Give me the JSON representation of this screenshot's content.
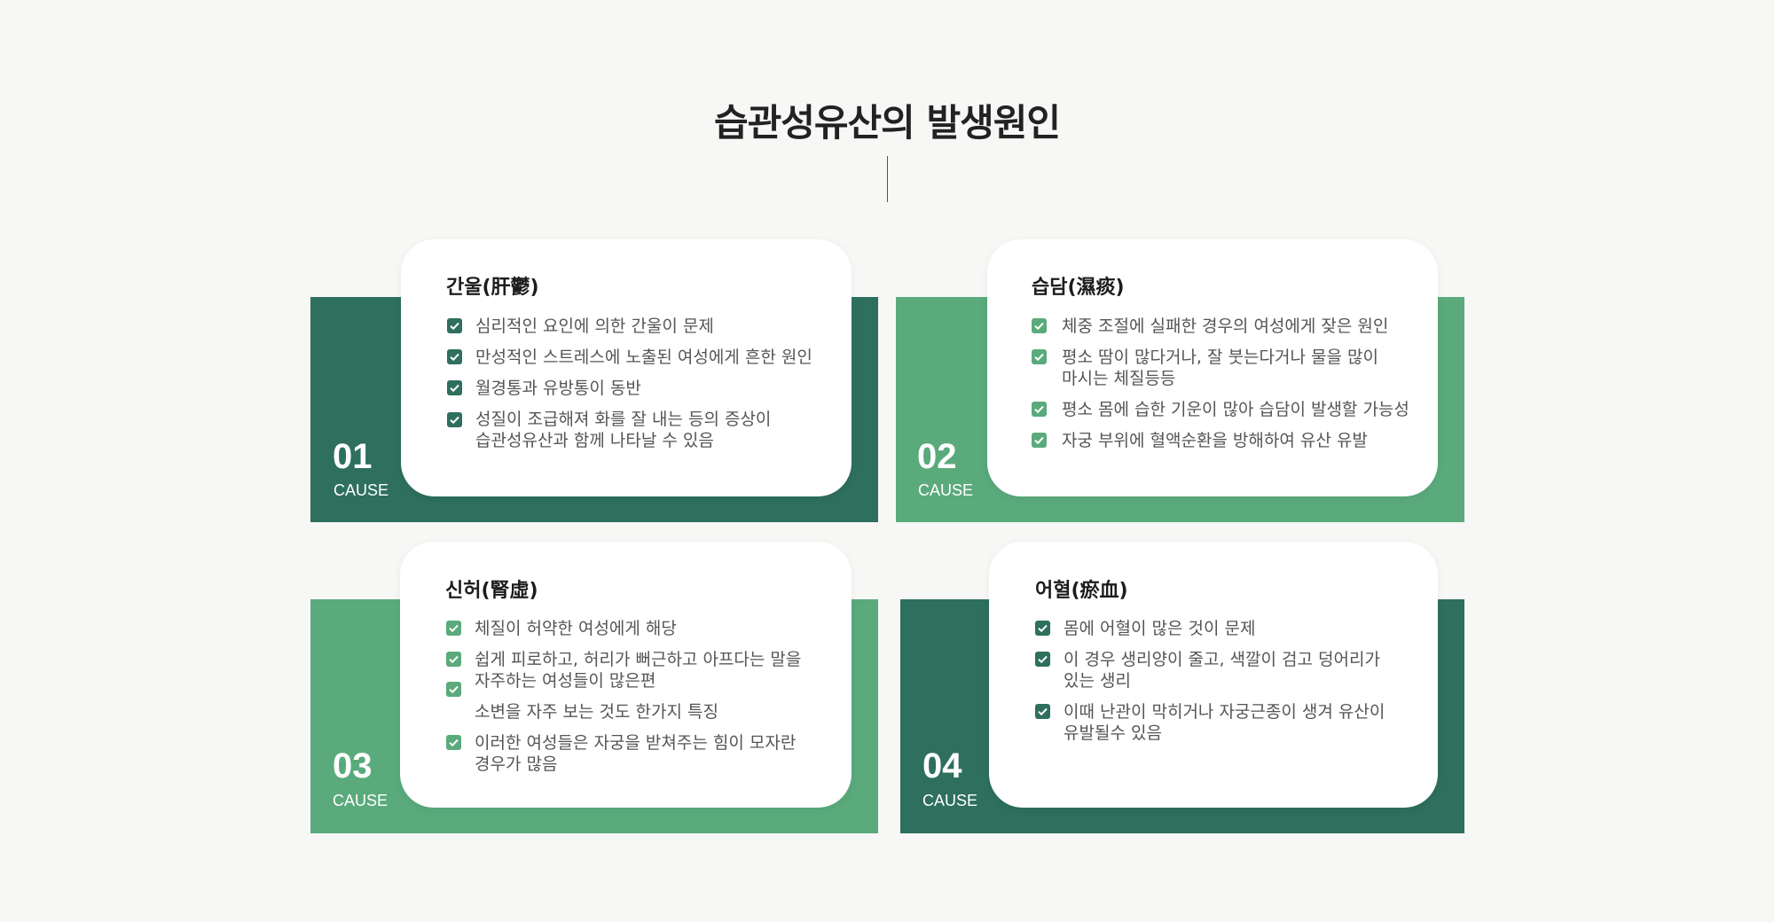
{
  "title": "습관성유산의 발생원인",
  "causes": [
    {
      "number": "01",
      "cause_label": "CAUSE",
      "title": "간울(肝鬱)",
      "items": [
        "심리적인 요인에 의한 간울이 문제",
        "만성적인 스트레스에 노출된 여성에게 흔한 원인",
        "월경통과 유방통이 동반",
        "성질이 조급해져 화를 잘 내는 등의 증상이",
        "습관성유산과 함께 나타날 수 있음"
      ]
    },
    {
      "number": "02",
      "cause_label": "CAUSE",
      "title": "습담(濕痰)",
      "items": [
        "체중 조절에 실패한 경우의 여성에게 잦은 원인",
        "평소 땀이 많다거나, 잘 붓는다거나 물을 많이",
        "마시는 체질등등",
        "평소 몸에 습한 기운이 많아 습담이 발생할 가능성",
        "자궁 부위에 혈액순환을 방해하여 유산 유발"
      ]
    },
    {
      "number": "03",
      "cause_label": "CAUSE",
      "title": "신허(腎虛)",
      "items": [
        "체질이 허약한 여성에게 해당",
        "쉽게 피로하고, 허리가 뻐근하고 아프다는 말을",
        "자주하는 여성들이 많은편",
        "소변을 자주 보는 것도 한가지 특징",
        "이러한 여성들은 자궁을 받쳐주는 힘이 모자란",
        "경우가 많음"
      ]
    },
    {
      "number": "04",
      "cause_label": "CAUSE",
      "title": "어혈(瘀血)",
      "items": [
        "몸에 어혈이  많은 것이 문제",
        "이 경우 생리양이 줄고, 색깔이 검고 덩어리가",
        "있는 생리",
        "이때 난관이 막히거나 자궁근종이 생겨 유산이",
        "유발될수 있음"
      ]
    }
  ],
  "colors": {
    "dark_green": "#2e6f5e",
    "light_green": "#5aaa7c",
    "background": "#f7f8f6"
  },
  "icons": {
    "check": "checkbox-checked-icon"
  }
}
